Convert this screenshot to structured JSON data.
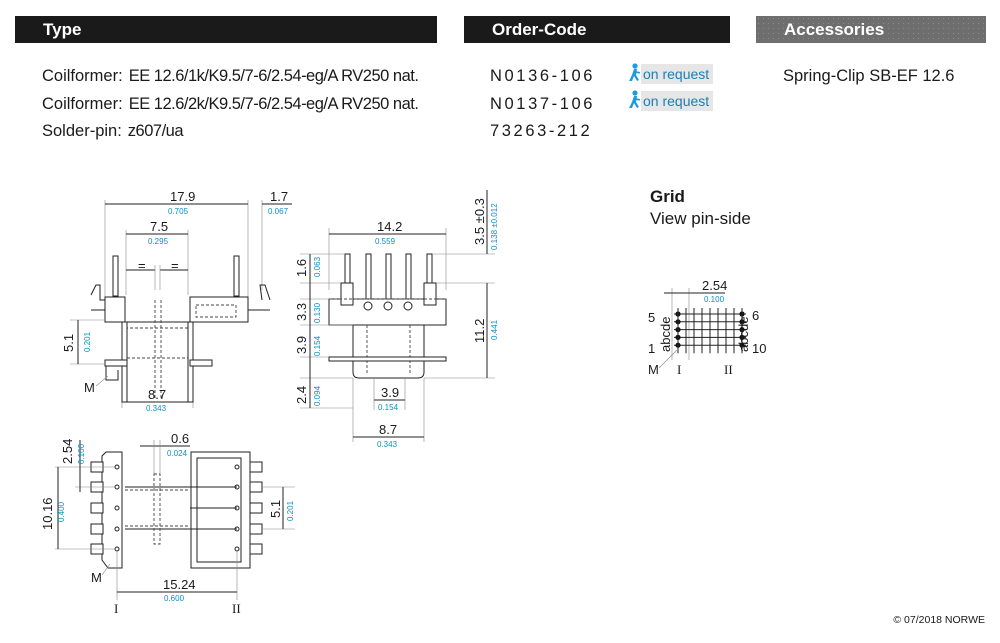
{
  "headers": {
    "type": "Type",
    "order_code": "Order-Code",
    "accessories": "Accessories"
  },
  "items": [
    {
      "label": "Coilformer:",
      "value": "EE 12.6/1k/K9.5/7-6/2.54-eg/A RV250 nat.",
      "code": "N0136-106",
      "availability": "on request"
    },
    {
      "label": "Coilformer:",
      "value": "EE 12.6/2k/K9.5/7-6/2.54-eg/A RV250 nat.",
      "code": "N0137-106",
      "availability": "on request"
    },
    {
      "label": "Solder-pin:",
      "value": "z607/ua",
      "code": "73263-212",
      "availability": null
    }
  ],
  "accessories": [
    "Spring-Clip SB-EF 12.6"
  ],
  "availability_icon": "running-person-icon",
  "colors": {
    "header_black": "#1a1a1a",
    "header_grey": "#6e6e6e",
    "inch_dim": "#0a8fc6",
    "on_request_text": "#1a7fb5"
  },
  "grid": {
    "title": "Grid",
    "subtitle": "View pin-side",
    "pitch": "2.54",
    "pitch_in": "0.100",
    "pin_top_left": "5",
    "pin_bottom_left": "1",
    "pin_top_right": "6",
    "pin_bottom_right": "10",
    "row_letters": "abcde",
    "marker": "M",
    "side_left": "I",
    "side_right": "II"
  },
  "drawing_front": {
    "width": "17.9",
    "width_in": "0.705",
    "flange": "1.7",
    "flange_in": "0.067",
    "inner": "7.5",
    "inner_in": "0.295",
    "equal": "=",
    "height": "5.1",
    "height_in": "0.201",
    "base": "8.7",
    "base_in": "0.343",
    "marker": "M"
  },
  "drawing_side": {
    "width": "14.2",
    "width_in": "0.559",
    "pin_len": "3.5 ±0.3",
    "pin_len_in": "0.138 ±0.012",
    "h1": "1.6",
    "h1_in": "0.063",
    "h2": "3.3",
    "h2_in": "0.130",
    "h3": "3.9",
    "h3_in": "0.154",
    "h4": "2.4",
    "h4_in": "0.094",
    "total": "11.2",
    "total_in": "0.441",
    "slot": "3.9",
    "slot_in": "0.154",
    "base": "8.7",
    "base_in": "0.343"
  },
  "drawing_bottom": {
    "pitch": "2.54",
    "pitch_in": "0.100",
    "span": "10.16",
    "span_in": "0.400",
    "gap": "0.6",
    "gap_in": "0.024",
    "inner": "5.1",
    "inner_in": "0.201",
    "row": "15.24",
    "row_in": "0.600",
    "marker": "M",
    "side_left": "I",
    "side_right": "II"
  },
  "copyright": "© 07/2018 NORWE"
}
